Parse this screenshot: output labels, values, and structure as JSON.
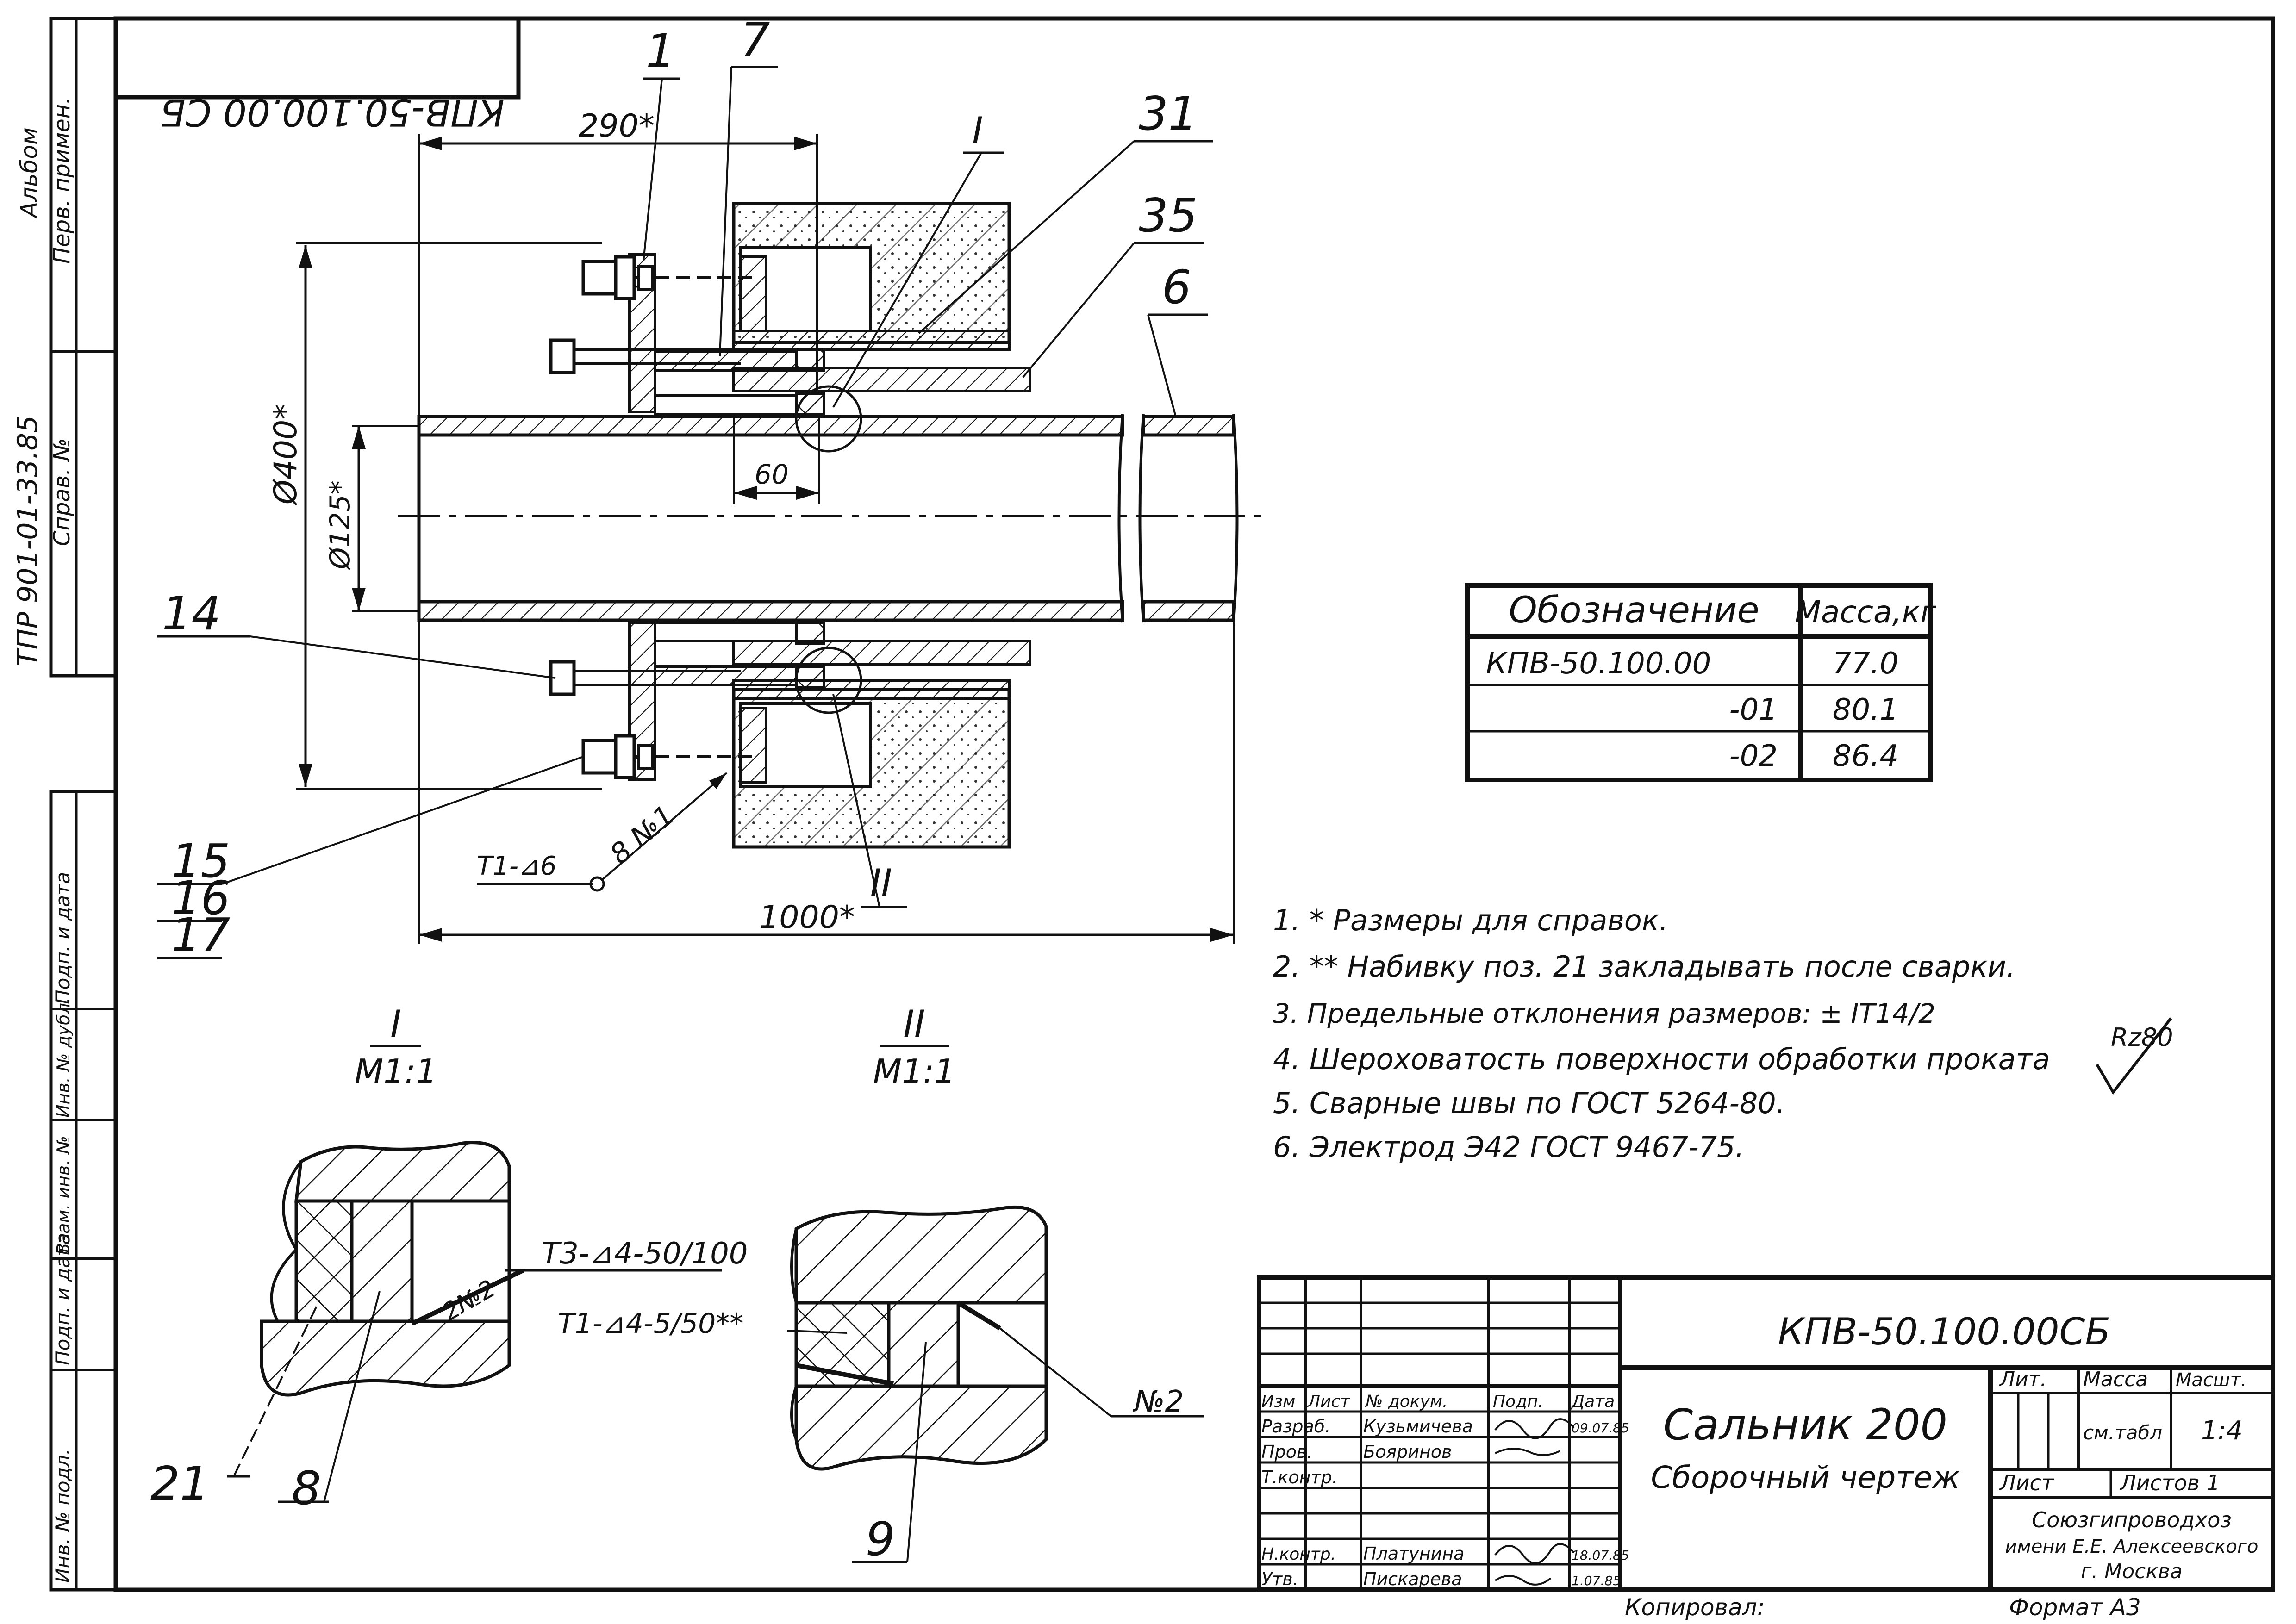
{
  "top_stamp": "КПВ-50.100.00 СБ",
  "side_labels": {
    "perv_primen": "Перв. примен.",
    "sprav_no": "Справ. №",
    "project_code": "ТПР 901-01-33.85",
    "album": "Альбом",
    "podp_data_1": "Подп. и дата",
    "inv_dubl": "Инв. № дубл.",
    "vzam_inv": "Взам. инв. №",
    "podp_data_2": "Подп. и дата",
    "inv_podl": "Инв. № подл."
  },
  "callouts": {
    "p1": "1",
    "p7": "7",
    "p31": "31",
    "p35": "35",
    "p6": "6",
    "pI": "I",
    "pII": "II",
    "p14": "14",
    "p15": "15",
    "p16": "16",
    "p17": "17",
    "p21": "21",
    "p8": "8",
    "p9": "9",
    "pN2": "№2"
  },
  "dimensions": {
    "d290": "290*",
    "d400": "Ø400*",
    "d125": "Ø125*",
    "d60": "60",
    "d1000": "1000*",
    "weld8": "8 №1",
    "weld_t1": "Т1-⊿6"
  },
  "details": {
    "I_label": "I",
    "I_scale": "M1:1",
    "II_label": "II",
    "II_scale": "M1:1",
    "weld_t3": "Т3-⊿4-50/100",
    "weld_t3_no": "2№2",
    "weld_t1b": "Т1-⊿4-5/50**"
  },
  "mass_table": {
    "headers": [
      "Обозначение",
      "Масса,кг"
    ],
    "rows": [
      [
        "КПВ-50.100.00",
        "77.0"
      ],
      [
        "-01",
        "80.1"
      ],
      [
        "-02",
        "86.4"
      ]
    ]
  },
  "notes": [
    "1. * Размеры для справок.",
    "2. ** Набивку поз. 21 закладывать после сварки.",
    "3. Предельные отклонения размеров: ± IT14/2",
    "4. Шероховатость поверхности обработки проката",
    "5. Сварные швы по ГОСТ 5264-80.",
    "6. Электрод Э42 ГОСТ 9467-75."
  ],
  "roughness": "Rz80",
  "title_block": {
    "designation": "КПВ-50.100.00СБ",
    "name": "Сальник 200",
    "doc_type": "Сборочный чертеж",
    "col_headers": [
      "Изм",
      "Лист",
      "№ докум.",
      "Подп.",
      "Дата"
    ],
    "roles": [
      {
        "role": "Разраб.",
        "name": "Кузьмичева",
        "date": "09.07.85"
      },
      {
        "role": "Пров.",
        "name": "Бояринов",
        "date": ""
      },
      {
        "role": "Т.контр.",
        "name": "",
        "date": ""
      },
      {
        "role": "Н.контр.",
        "name": "Платунина",
        "date": "18.07.85"
      },
      {
        "role": "Утв.",
        "name": "Пискарева",
        "date": "1.07.85"
      }
    ],
    "lit_label": "Лит.",
    "mass_label": "Масса",
    "scale_label": "Масшт.",
    "mass_value": "см.табл",
    "scale_value": "1:4",
    "sheet_label": "Лист",
    "sheets_label": "Листов 1",
    "org_line1": "Союзгипроводхоз",
    "org_line2": "имени Е.Е. Алексеевского",
    "org_line3": "г. Москва"
  },
  "footer": {
    "copied": "Копировал:",
    "format": "Формат А3"
  }
}
